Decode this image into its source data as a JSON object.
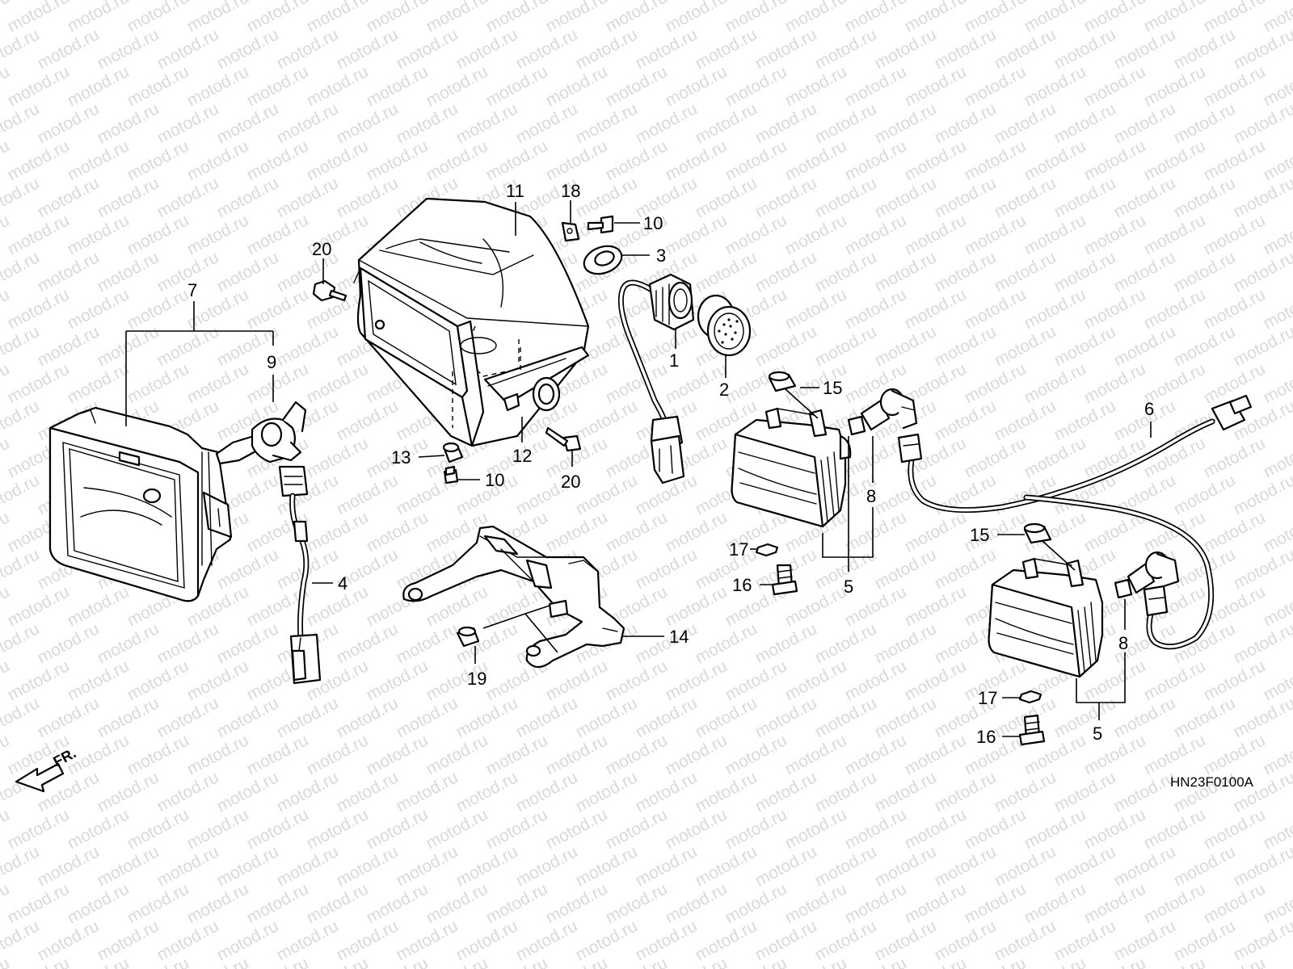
{
  "diagram": {
    "watermark_text": "motod.ru",
    "drawing_code": "HN23F0100A",
    "direction_label": "FR.",
    "callouts": [
      {
        "id": "c1",
        "label": "1"
      },
      {
        "id": "c2",
        "label": "2"
      },
      {
        "id": "c3",
        "label": "3"
      },
      {
        "id": "c4",
        "label": "4"
      },
      {
        "id": "c5a",
        "label": "5"
      },
      {
        "id": "c5b",
        "label": "5"
      },
      {
        "id": "c6",
        "label": "6"
      },
      {
        "id": "c7",
        "label": "7"
      },
      {
        "id": "c8a",
        "label": "8"
      },
      {
        "id": "c8b",
        "label": "8"
      },
      {
        "id": "c9",
        "label": "9"
      },
      {
        "id": "c10a",
        "label": "10"
      },
      {
        "id": "c10b",
        "label": "10"
      },
      {
        "id": "c11",
        "label": "11"
      },
      {
        "id": "c12",
        "label": "12"
      },
      {
        "id": "c13",
        "label": "13"
      },
      {
        "id": "c14",
        "label": "14"
      },
      {
        "id": "c15a",
        "label": "15"
      },
      {
        "id": "c15b",
        "label": "15"
      },
      {
        "id": "c16a",
        "label": "16"
      },
      {
        "id": "c16b",
        "label": "16"
      },
      {
        "id": "c17a",
        "label": "17"
      },
      {
        "id": "c17b",
        "label": "17"
      },
      {
        "id": "c18",
        "label": "18"
      },
      {
        "id": "c19",
        "label": "19"
      },
      {
        "id": "c20a",
        "label": "20"
      },
      {
        "id": "c20b",
        "label": "20"
      }
    ]
  }
}
